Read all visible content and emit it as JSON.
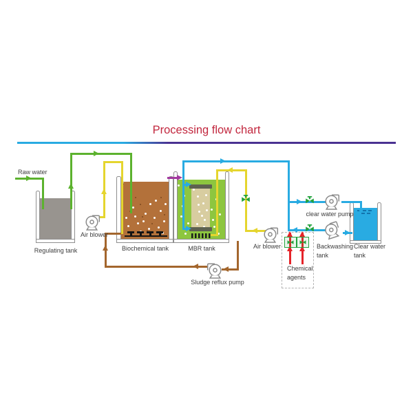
{
  "title": {
    "text": "Processing flow chart"
  },
  "nodes": {
    "raw_water": {
      "label": "Raw water"
    },
    "regulating_tank": {
      "label": "Regulating tank"
    },
    "air_blower_left": {
      "label": "Air blower"
    },
    "biochemical_tank": {
      "label": "Biochemical tank"
    },
    "mbr_tank": {
      "label": "MBR  tank"
    },
    "sludge_reflux_pump": {
      "label": "Sludge reflux pump"
    },
    "air_blower_right": {
      "label": "Air blower"
    },
    "chemical_agents": {
      "label_line1": "Chemical",
      "label_line2": "agents"
    },
    "clear_water_pump": {
      "label": "clear water pump"
    },
    "backwashing_tank": {
      "label_line1": "Backwashing",
      "label_line2": "tank"
    },
    "clear_water_tank": {
      "label_line1": "Clear water",
      "label_line2": "tank"
    }
  },
  "colors": {
    "title_red": "#c2273e",
    "divider_left": "#29abe2",
    "divider_right": "#4a3191",
    "pipe_green": "#5cb22e",
    "pipe_yellow": "#e5d52e",
    "pipe_blue": "#29abe2",
    "pipe_brown": "#a3662d",
    "pipe_red": "#e52329",
    "arrow_purple": "#a23a9f",
    "valve_green": "#22a23c",
    "regulating_fill": "#98948f",
    "biochemical_fill": "#b3713a",
    "mbr_fill": "#8dc63f",
    "membrane_fill": "#d8cda0",
    "water_fill": "#29abe2",
    "label_text": "#3c3c3c"
  }
}
